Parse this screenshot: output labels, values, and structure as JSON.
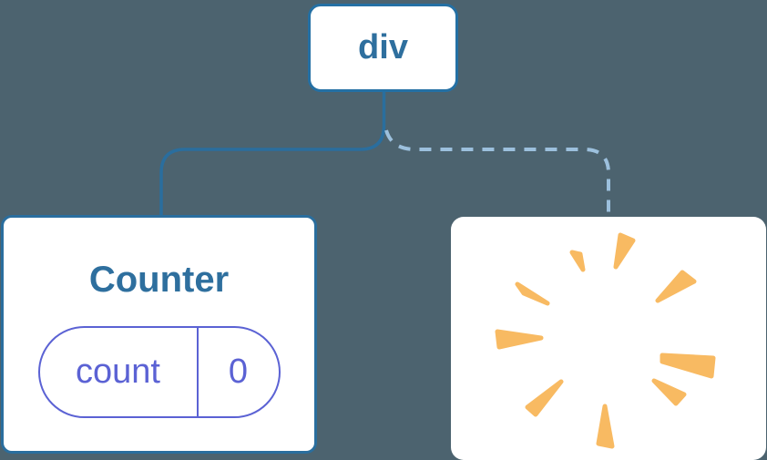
{
  "diagram": {
    "background_color": "#4c636f",
    "root": {
      "label": "div"
    },
    "connectors": {
      "solid_color": "#2a6e9e",
      "dashed_color": "#9cc0dd"
    },
    "counter_card": {
      "title": "Counter",
      "state": {
        "key": "count",
        "value": "0"
      },
      "accent_color": "#5b62d4",
      "border_color": "#2a6e9e"
    },
    "removed_card": {
      "icon": "poof-starburst-icon",
      "icon_color": "#f8ba62"
    }
  }
}
